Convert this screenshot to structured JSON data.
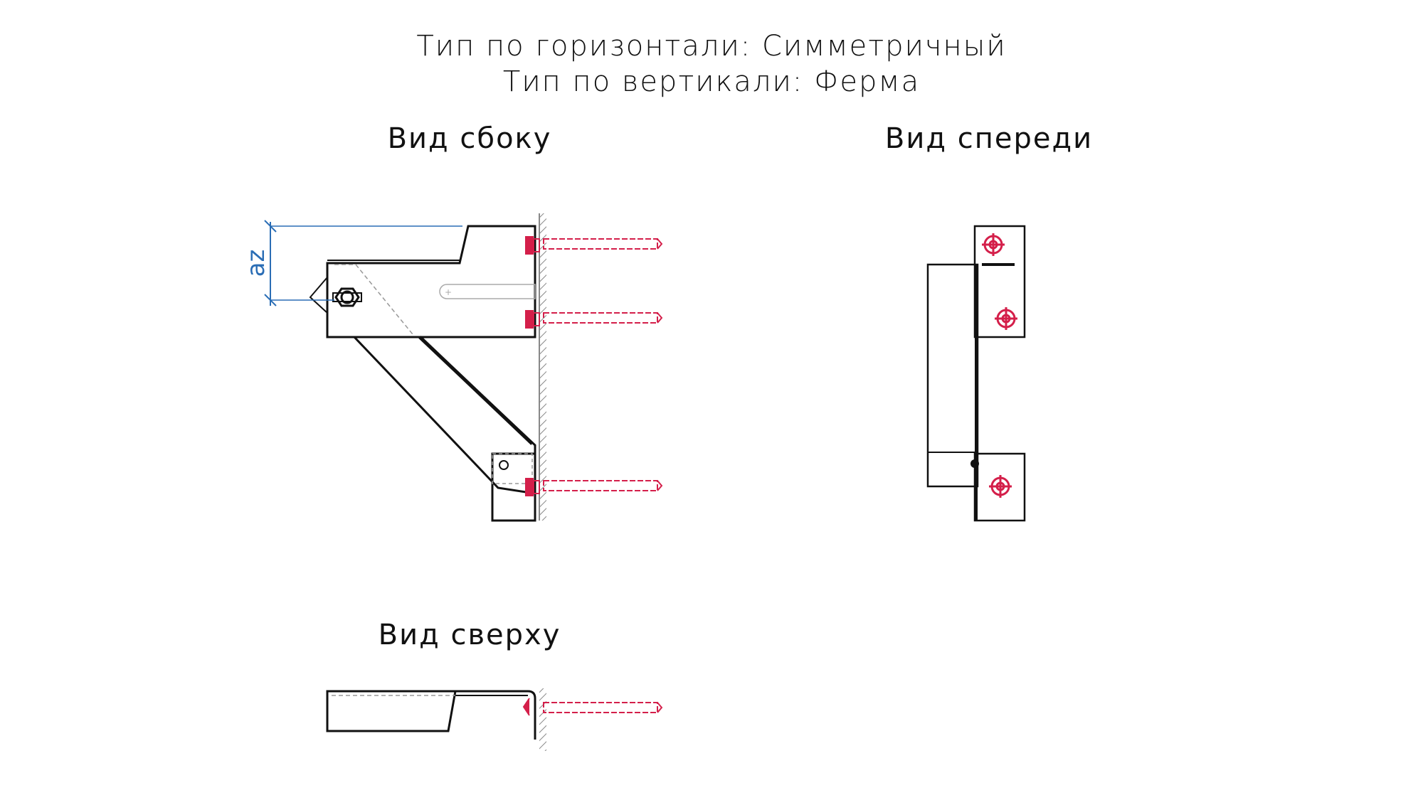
{
  "header": {
    "line1": "Тип по горизонтали: Симметричный",
    "line2": "Тип по вертикали: Ферма"
  },
  "views": {
    "side_label": "Вид сбоку",
    "front_label": "Вид спереди",
    "top_label": "Вид сверху"
  },
  "dimension": {
    "label": "az"
  },
  "colors": {
    "outline": "#111111",
    "fastener": "#d41f4a",
    "dimension": "#2a6db5",
    "hatch": "#888888"
  },
  "icons": [
    "wall-hatch-icon",
    "anchor-bolt-icon",
    "bolt-crosshair-icon",
    "hex-nut-icon"
  ]
}
